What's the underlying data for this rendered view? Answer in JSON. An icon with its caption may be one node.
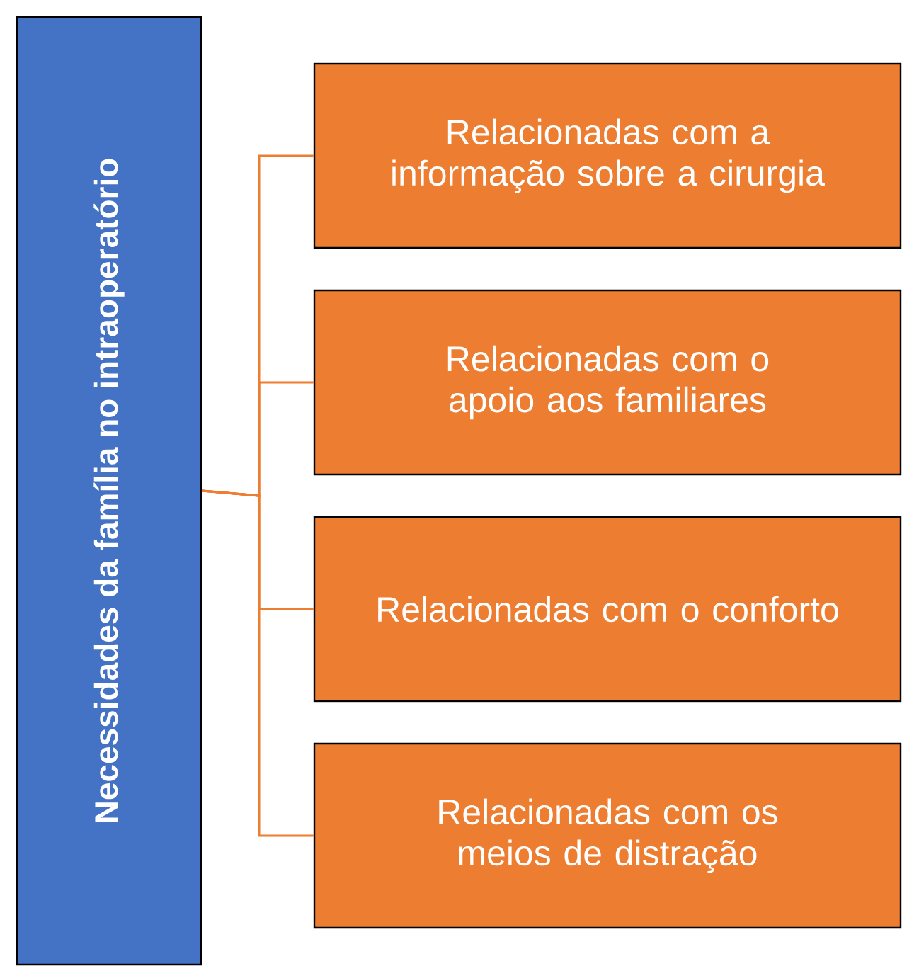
{
  "diagram": {
    "nodes": [
      {
        "text": [
          "Necessidades da família no intraoperatório"
        ]
      },
      {
        "text": [
          "Relacionadas com a informação sobre a cirurgia"
        ]
      },
      {
        "text": [
          "Relacionadas com o apoio aos familiares"
        ]
      },
      {
        "text": [
          "Relacionadas com o conforto"
        ]
      },
      {
        "text": [
          "Relacionadas com os meios de distração"
        ]
      }
    ],
    "edges": [
      {
        "from": 0,
        "to": 1,
        "arrow": "none"
      },
      {
        "from": 0,
        "to": 2,
        "arrow": "none"
      },
      {
        "from": 0,
        "to": 3,
        "arrow": "none"
      },
      {
        "from": 0,
        "to": 4,
        "arrow": "none"
      }
    ]
  }
}
